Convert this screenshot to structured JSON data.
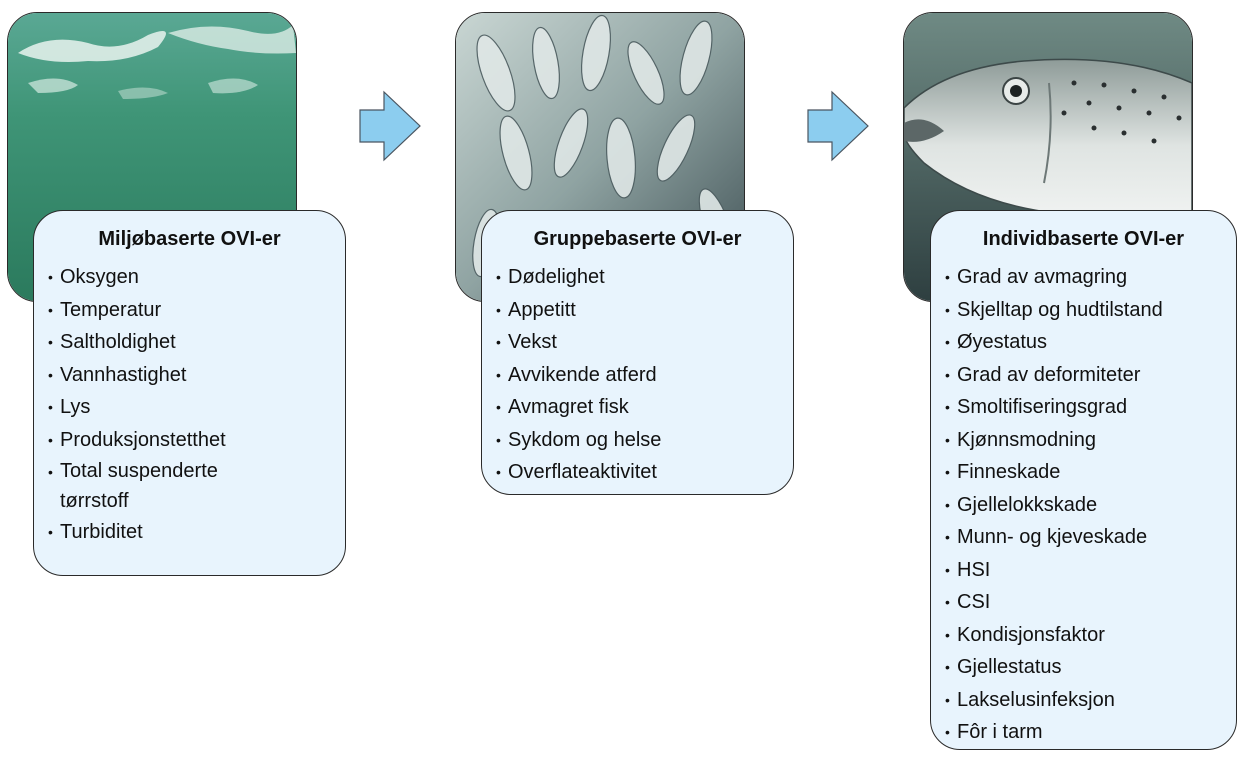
{
  "panels": [
    {
      "title": "Miljøbaserte OVI-er",
      "image": "underwater-surface-water",
      "items": [
        "Oksygen",
        "Temperatur",
        "Saltholdighet",
        "Vannhastighet",
        "Lys",
        "Produksjonstetthet",
        "Total suspenderte",
        "tørrstoff",
        "Turbiditet"
      ]
    },
    {
      "title": "Gruppebaserte OVI-er",
      "image": "school-of-fish",
      "items": [
        "Dødelighet",
        "Appetitt",
        "Vekst",
        "Avvikende atferd",
        "Avmagret fisk",
        "Sykdom og helse",
        "Overflateaktivitet"
      ]
    },
    {
      "title": "Individbaserte OVI-er",
      "image": "salmon-closeup",
      "items": [
        "Grad av avmagring",
        "Skjelltap og hudtilstand",
        "Øyestatus",
        "Grad av deformiteter",
        "Smoltifiseringsgrad",
        "Kjønnsmodning",
        "Finneskade",
        "Gjellelokkskade",
        "Munn- og kjeveskade",
        "HSI",
        "CSI",
        "Kondisjonsfaktor",
        "Gjellestatus",
        "Lakselusinfeksjon",
        "Fôr i tarm"
      ]
    }
  ],
  "colors": {
    "card_fill": "#e8f4fd",
    "arrow_fill": "#8ccdef",
    "water_green": "#3f9577",
    "outline": "#2a2a2a"
  }
}
